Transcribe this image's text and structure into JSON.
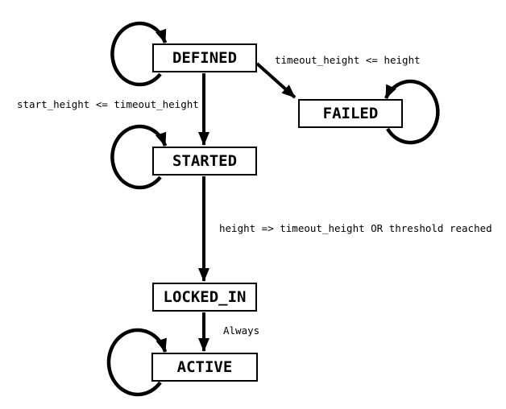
{
  "diagram": {
    "kind": "state-machine",
    "colors": {
      "stroke": "#000000",
      "state_fill": "#ffffff",
      "background": "#ffffff"
    },
    "states": {
      "defined": {
        "label": "DEFINED",
        "self_loop": true,
        "loop_side": "left"
      },
      "failed": {
        "label": "FAILED",
        "self_loop": true,
        "loop_side": "right"
      },
      "started": {
        "label": "STARTED",
        "self_loop": true,
        "loop_side": "left"
      },
      "locked_in": {
        "label": "LOCKED_IN",
        "self_loop": false,
        "loop_side": ""
      },
      "active": {
        "label": "ACTIVE",
        "self_loop": true,
        "loop_side": "left"
      }
    },
    "transitions": {
      "defined_failed": {
        "from": "DEFINED",
        "to": "FAILED",
        "label": "timeout_height <= height"
      },
      "defined_started": {
        "from": "DEFINED",
        "to": "STARTED",
        "label": "start_height <= timeout_height"
      },
      "started_locked_in": {
        "from": "STARTED",
        "to": "LOCKED_IN",
        "label": "height => timeout_height OR threshold reached"
      },
      "locked_in_active": {
        "from": "LOCKED_IN",
        "to": "ACTIVE",
        "label": "Always"
      }
    }
  }
}
